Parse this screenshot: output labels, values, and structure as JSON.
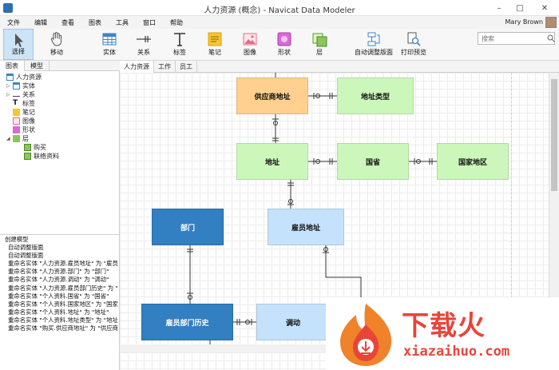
{
  "window": {
    "title": "人力资源 (概念) - Navicat Data Modeler",
    "user": "Mary Brown"
  },
  "menu": [
    "文件",
    "编辑",
    "查看",
    "图表",
    "工具",
    "窗口",
    "帮助"
  ],
  "toolbar": {
    "select": "选择",
    "move": "移动",
    "entity": "实体",
    "relation": "关系",
    "label": "标签",
    "note": "笔记",
    "image": "图像",
    "shape": "形状",
    "layer": "层",
    "autolayout": "自动调整版面",
    "printpreview": "打印预览"
  },
  "search": {
    "placeholder": "搜索"
  },
  "leftTabs": [
    "图表",
    "模型"
  ],
  "tree": {
    "root": "人力资源",
    "entity": "实体",
    "relation": "关系",
    "label": "标签",
    "note": "笔记",
    "image": "图像",
    "shape": "形状",
    "layer": "层",
    "layer1": "购买",
    "layer2": "联络资料"
  },
  "log": [
    "创建模型",
    "自动调整版面",
    "自动调整版面",
    "重命名实体 \"人力资源.雇员地址\" 为 \"雇员",
    "重命名实体 \"人力资源.部门\" 为 \"部门\"",
    "重命名实体 \"人力资源.调动\" 为 \"调动\"",
    "重命名实体 \"人力资源.雇员部门历史\" 为 \"",
    "重命名实体 \"个人资料.国省\" 为 \"国省\"",
    "重命名实体 \"个人资料.国家地区\" 为 \"国家",
    "重命名实体 \"个人资料.地址\" 为 \"地址\"",
    "重命名实体 \"个人资料.地址类型\" 为 \"地址",
    "重命名实体 \"购买.供应商地址\" 为 \"供应商"
  ],
  "docTabs": [
    "人力资源",
    "工作",
    "员工"
  ],
  "entities": {
    "supplierAddress": "供应商地址",
    "addressType": "地址类型",
    "address": "地址",
    "province": "国省",
    "country": "国家地区",
    "department": "部门",
    "employeeAddress": "雇员地址",
    "employeeDeptHistory": "雇员部门历史",
    "transfer": "调动"
  },
  "watermark": {
    "brand": "下载火",
    "url": "xiazaihuo.com"
  },
  "colors": {
    "green": "#ccf7ba",
    "orange": "#ffd08f",
    "blue": "#327fc1",
    "lightblue": "#c4e2fb",
    "watermark": "#e8453a"
  }
}
